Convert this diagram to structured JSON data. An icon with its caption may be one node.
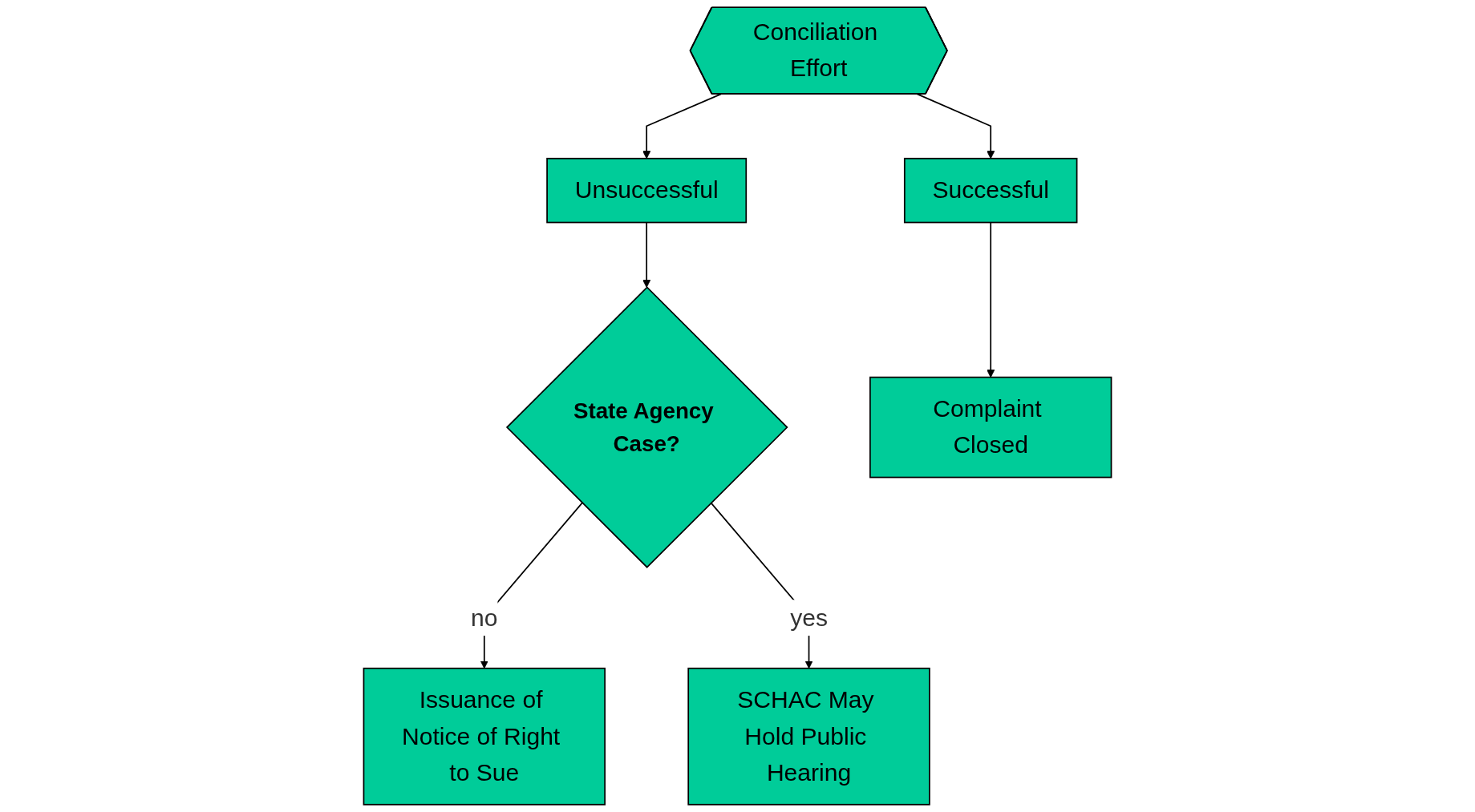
{
  "diagram": {
    "nodes": [
      {
        "text": [
          "Conciliation Effort"
        ]
      },
      {
        "text": [
          "Unsuccessful"
        ]
      },
      {
        "text": [
          "Successful"
        ]
      },
      {
        "text": [
          "State Agency Case?"
        ]
      },
      {
        "text": [
          "SCHAC May Hold Public Hearing"
        ]
      },
      {
        "text": [
          "Issuance of Notice of Right to Sue"
        ]
      },
      {
        "text": [
          "Complaint Closed"
        ]
      }
    ],
    "edges": [
      {
        "from": 0,
        "to": 1,
        "arrow": "to"
      },
      {
        "from": 0,
        "to": 2,
        "arrow": "to"
      },
      {
        "from": 1,
        "to": 3,
        "arrow": "to"
      },
      {
        "from": 3,
        "to": 5,
        "label": "no",
        "arrow": "to"
      },
      {
        "from": 3,
        "to": 4,
        "label": "yes",
        "arrow": "to"
      },
      {
        "from": 2,
        "to": 6,
        "arrow": "to"
      }
    ]
  }
}
